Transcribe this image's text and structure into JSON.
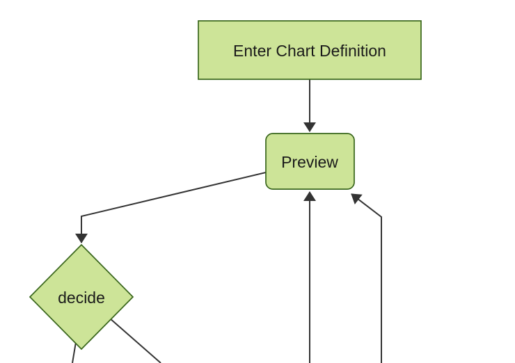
{
  "diagram": {
    "type": "flowchart",
    "orientation": "top-down",
    "nodes": {
      "enter_chart_definition": {
        "label": "Enter Chart Definition",
        "shape": "rectangle"
      },
      "preview": {
        "label": "Preview",
        "shape": "rounded-rectangle"
      },
      "decide": {
        "label": "decide",
        "shape": "diamond"
      }
    },
    "edges": [
      {
        "name": "enter-chart-definition-to-preview",
        "from": "enter_chart_definition",
        "to": "preview",
        "arrowhead": true
      },
      {
        "name": "preview-to-decide",
        "from": "preview",
        "to": "decide",
        "arrowhead": true
      },
      {
        "name": "decide-to-offscreen-bottom-left",
        "from": "decide",
        "to": "offscreen-bottom",
        "arrowhead": false
      },
      {
        "name": "decide-to-offscreen-bottom-right",
        "from": "decide",
        "to": "offscreen-bottom",
        "arrowhead": false
      },
      {
        "name": "offscreen-bottom-to-preview-center",
        "from": "offscreen-bottom",
        "to": "preview",
        "arrowhead": true
      },
      {
        "name": "offscreen-bottom-to-preview-corner",
        "from": "offscreen-bottom",
        "to": "preview",
        "arrowhead": true
      }
    ]
  },
  "colors": {
    "canvas_bg": "#ffffff",
    "node_fill": "#cde498",
    "node_border": "#38651b",
    "edge_color": "#333333",
    "label_color": "#1a1a1a"
  }
}
